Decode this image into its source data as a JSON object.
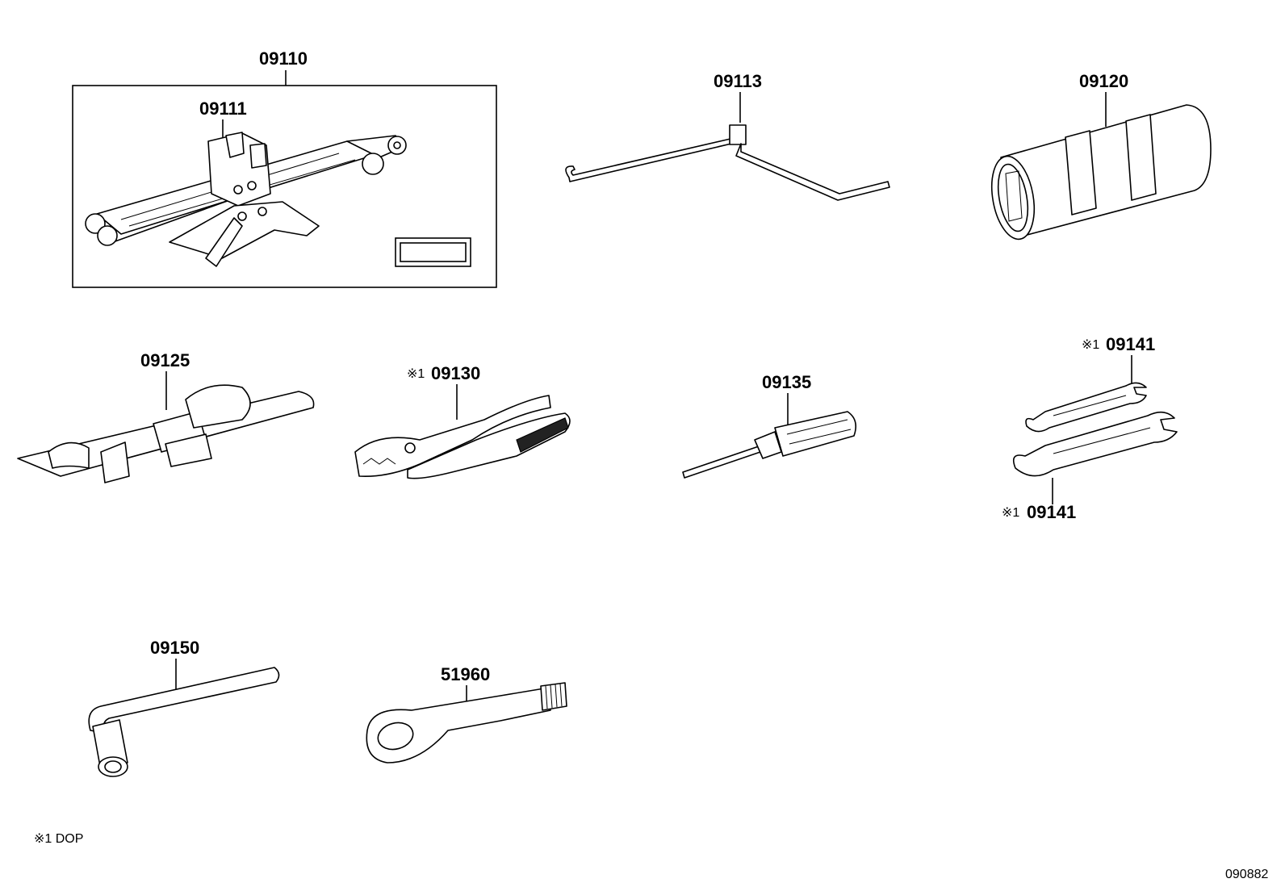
{
  "parts": {
    "p09110": "09110",
    "p09111": "09111",
    "p09113": "09113",
    "p09120": "09120",
    "p09125": "09125",
    "p09130": "09130",
    "p09135": "09135",
    "p09141_top": "09141",
    "p09141_bottom": "09141",
    "p09150": "09150",
    "p51960": "51960"
  },
  "marks": {
    "note_mark": "※1"
  },
  "legend": {
    "note": "※1 DOP"
  },
  "diagram_id": "090882"
}
